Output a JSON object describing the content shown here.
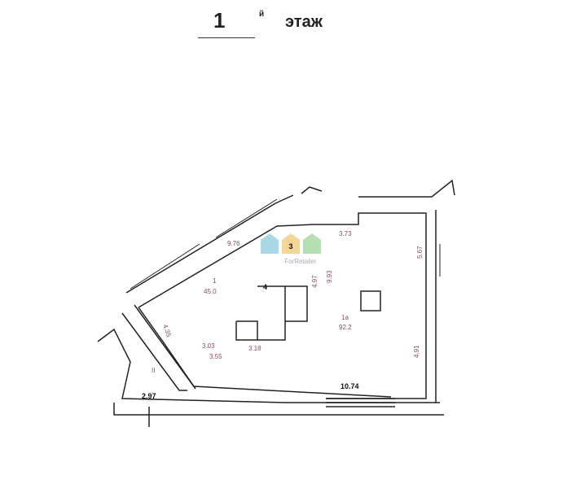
{
  "header": {
    "floor_number": "1",
    "suffix": "й",
    "floor_word": "этаж"
  },
  "watermark": {
    "text": "ForRetailer",
    "badge": "3"
  },
  "rooms": [
    {
      "id": "1",
      "area": "45.0"
    },
    {
      "id": "1а",
      "area": "92.2"
    },
    {
      "id": "4"
    },
    {
      "id": "II"
    }
  ],
  "dimensions": [
    "9.76",
    "3.73",
    "5.67",
    "4.97",
    "9.93",
    "4.35",
    "3.03",
    "3.55",
    "3.18",
    "4.91",
    "10.74",
    "2.97"
  ],
  "colors": {
    "wall": "#222222",
    "dimension": "#8a4a6a",
    "wm_blue": "#a9d9e6",
    "wm_orange": "#f3d596",
    "wm_green": "#b5dfb0"
  }
}
